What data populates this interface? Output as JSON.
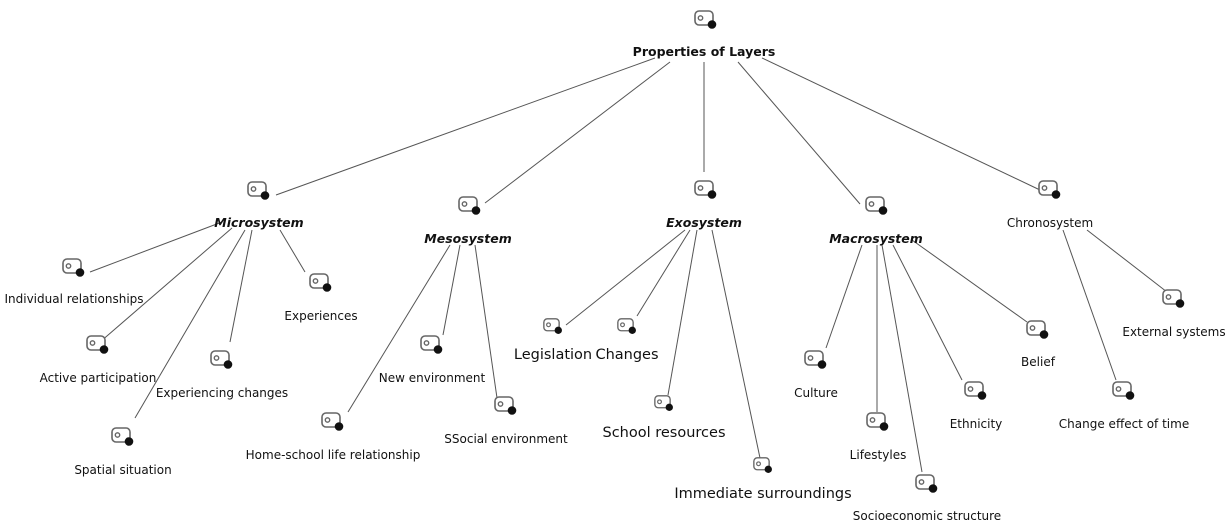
{
  "diagram": {
    "root": "Properties of Layers",
    "layers": [
      {
        "name": "Microsystem",
        "children": [
          "Individual relationships",
          "Active participation",
          "Spatial situation",
          "Experiencing changes",
          "Experiences"
        ]
      },
      {
        "name": "Mesosystem",
        "children": [
          "Home-school life relationship",
          "New environment",
          "SSocial environment"
        ]
      },
      {
        "name": "Exosystem",
        "children": [
          "Legislation",
          "Changes",
          "School resources",
          "Immediate surroundings"
        ]
      },
      {
        "name": "Macrosystem",
        "children": [
          "Culture",
          "Lifestyles",
          "Socioeconomic structure",
          "Ethnicity",
          "Belief"
        ]
      },
      {
        "name": "Chronosystem",
        "children": [
          "Change effect of time",
          "External systems"
        ]
      }
    ],
    "icon": "tag-node-icon"
  }
}
